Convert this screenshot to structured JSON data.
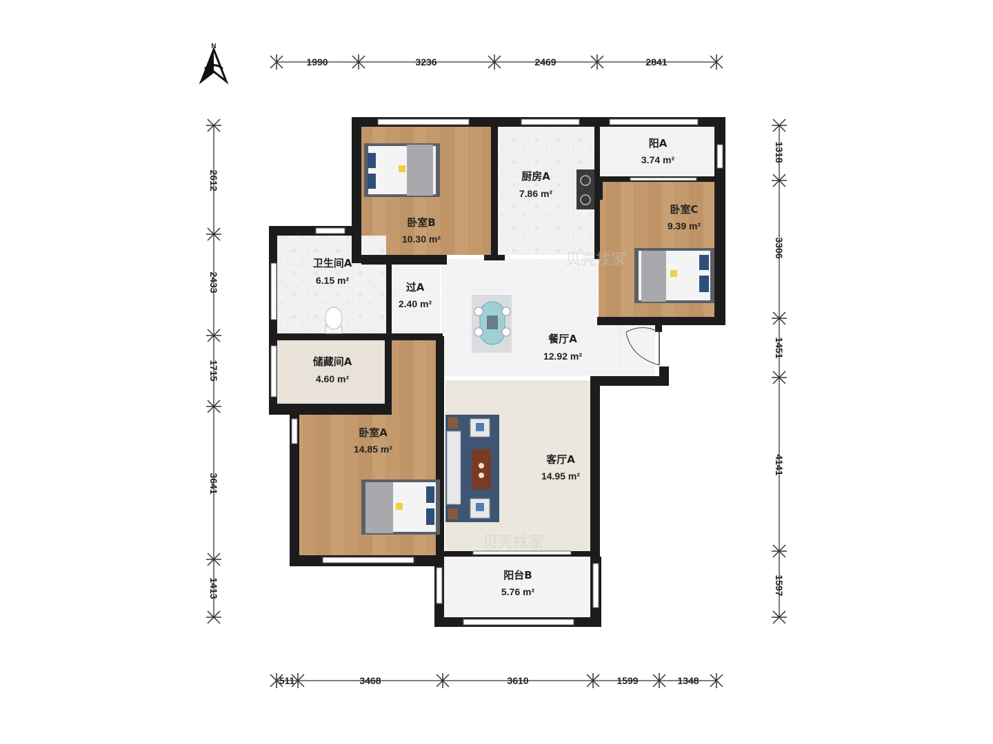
{
  "compass": {
    "label": "N"
  },
  "dimensions": {
    "top": [
      "1990",
      "3236",
      "2469",
      "2841"
    ],
    "bottom": [
      "511",
      "3468",
      "3610",
      "1599",
      "1348"
    ],
    "left": [
      "2612",
      "2433",
      "1715",
      "3641",
      "1413"
    ],
    "right": [
      "1318",
      "3306",
      "1451",
      "4141",
      "1597"
    ]
  },
  "rooms": {
    "bedroom_b": {
      "name": "卧室B",
      "area": "10.30 m²"
    },
    "kitchen_a": {
      "name": "厨房A",
      "area": "7.86 m²"
    },
    "balcony_a": {
      "name": "阳A",
      "area": "3.74 m²"
    },
    "bedroom_c": {
      "name": "卧室C",
      "area": "9.39 m²"
    },
    "bathroom_a": {
      "name": "卫生间A",
      "area": "6.15 m²"
    },
    "corridor_a": {
      "name": "过A",
      "area": "2.40 m²"
    },
    "dining_a": {
      "name": "餐厅A",
      "area": "12.92 m²"
    },
    "storage_a": {
      "name": "储藏间A",
      "area": "4.60 m²"
    },
    "bedroom_a": {
      "name": "卧室A",
      "area": "14.85 m²"
    },
    "living_a": {
      "name": "客厅A",
      "area": "14.95 m²"
    },
    "balcony_b": {
      "name": "阳台B",
      "area": "5.76 m²"
    }
  },
  "colors": {
    "wood_floor": "#c49a6c",
    "tile_floor": "#efefef",
    "living_floor": "#ebe6dd",
    "wall": "#1c1c1c"
  }
}
